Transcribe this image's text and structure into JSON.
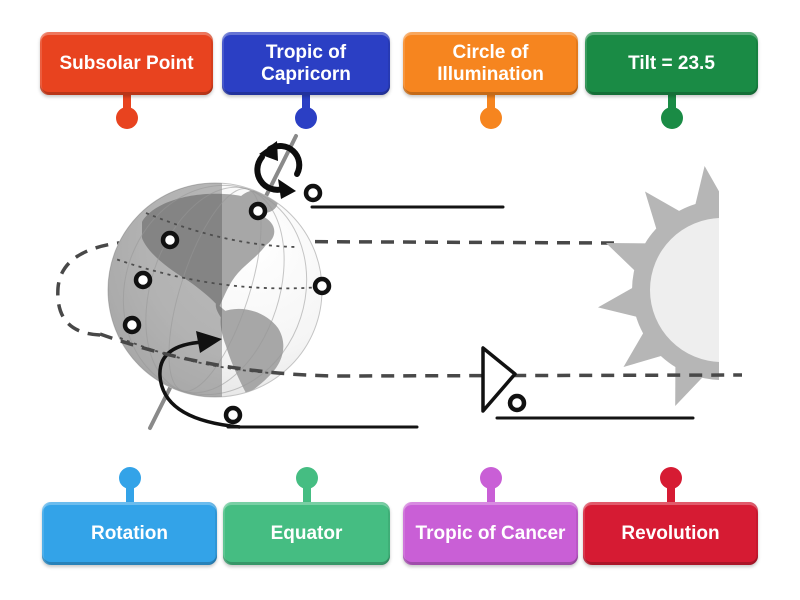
{
  "labels": {
    "top": [
      {
        "text": "Subsolar Point",
        "color": "#e8431f"
      },
      {
        "text": "Tropic of Capricorn",
        "color": "#2b3fc4"
      },
      {
        "text": "Circle of Illumination",
        "color": "#f6851f"
      },
      {
        "text": "Tilt = 23.5",
        "color": "#1a8b45"
      }
    ],
    "bottom": [
      {
        "text": "Rotation",
        "color": "#33a3e8"
      },
      {
        "text": "Equator",
        "color": "#45bd82"
      },
      {
        "text": "Tropic of Cancer",
        "color": "#c95fd6"
      },
      {
        "text": "Revolution",
        "color": "#d61b33"
      }
    ]
  },
  "figure": {
    "colors": {
      "sun_body": "#b6b6b6",
      "sun_core": "#eeeeee",
      "orbit_dash": "#484848",
      "solid_line": "#141414",
      "axis_line": "#8a8a8a",
      "globe_land": "#a7a7a7",
      "night_shade": "#4f4f4f",
      "dot_ring": "#111111"
    },
    "answer_dots": 8
  }
}
